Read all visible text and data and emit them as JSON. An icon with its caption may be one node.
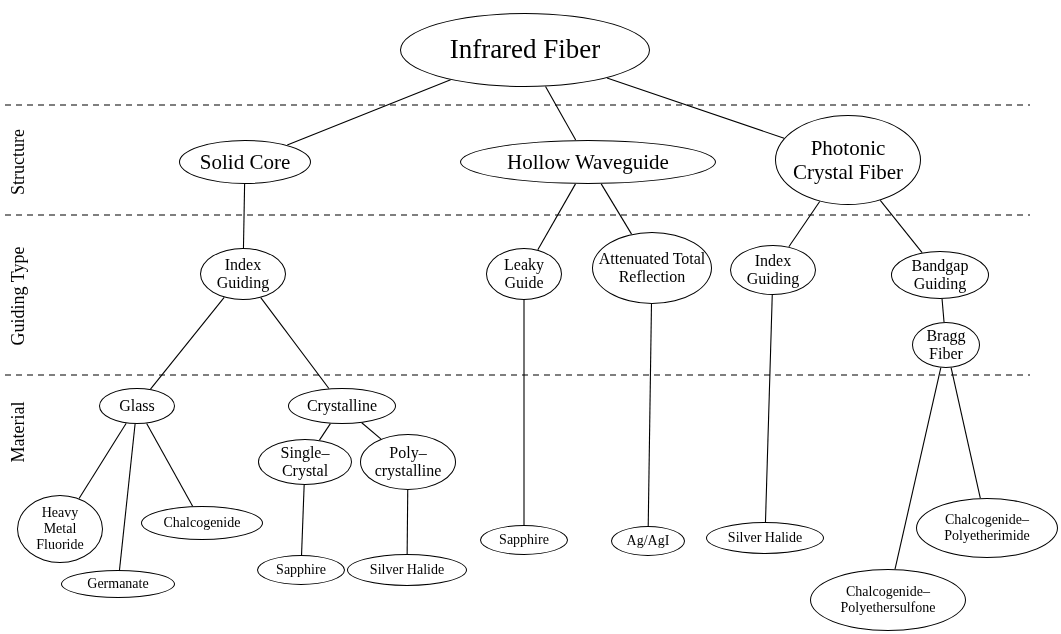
{
  "diagram": {
    "nodes": [
      {
        "text": [
          "Infrared Fiber"
        ]
      },
      {
        "text": [
          "Solid Core"
        ]
      },
      {
        "text": [
          "Hollow Waveguide"
        ]
      },
      {
        "text": [
          "Photonic Crystal Fiber"
        ]
      },
      {
        "text": [
          "Index Guiding"
        ]
      },
      {
        "text": [
          "Leaky Guide"
        ]
      },
      {
        "text": [
          "Attenuated Total Reflection"
        ]
      },
      {
        "text": [
          "Index Guiding"
        ]
      },
      {
        "text": [
          "Bandgap Guiding"
        ]
      },
      {
        "text": [
          "Bragg Fiber"
        ]
      },
      {
        "text": [
          "Glass"
        ]
      },
      {
        "text": [
          "Crystalline"
        ]
      },
      {
        "text": [
          "Single– Crystal"
        ]
      },
      {
        "text": [
          "Poly– crystalline"
        ]
      },
      {
        "text": [
          "Heavy Metal Fluoride"
        ]
      },
      {
        "text": [
          "Chalcogenide"
        ]
      },
      {
        "text": [
          "Germanate"
        ]
      },
      {
        "text": [
          "Sapphire"
        ]
      },
      {
        "text": [
          "Silver Halide"
        ]
      },
      {
        "text": [
          "Sapphire"
        ]
      },
      {
        "text": [
          "Ag/AgI"
        ]
      },
      {
        "text": [
          "Silver Halide"
        ]
      },
      {
        "text": [
          "Chalcogenide– Polyetherimide"
        ]
      },
      {
        "text": [
          "Chalcogenide– Polyethersulfone"
        ]
      }
    ],
    "edges": [
      {
        "from": 0,
        "to": 1,
        "arrow": "none"
      },
      {
        "from": 0,
        "to": 2,
        "arrow": "none"
      },
      {
        "from": 0,
        "to": 3,
        "arrow": "none"
      },
      {
        "from": 1,
        "to": 4,
        "arrow": "none"
      },
      {
        "from": 2,
        "to": 5,
        "arrow": "none"
      },
      {
        "from": 2,
        "to": 6,
        "arrow": "none"
      },
      {
        "from": 3,
        "to": 7,
        "arrow": "none"
      },
      {
        "from": 3,
        "to": 8,
        "arrow": "none"
      },
      {
        "from": 4,
        "to": 10,
        "arrow": "none"
      },
      {
        "from": 4,
        "to": 11,
        "arrow": "none"
      },
      {
        "from": 11,
        "to": 12,
        "arrow": "none"
      },
      {
        "from": 11,
        "to": 13,
        "arrow": "none"
      },
      {
        "from": 10,
        "to": 14,
        "arrow": "none"
      },
      {
        "from": 10,
        "to": 16,
        "arrow": "none"
      },
      {
        "from": 10,
        "to": 15,
        "arrow": "none"
      },
      {
        "from": 12,
        "to": 17,
        "arrow": "none"
      },
      {
        "from": 13,
        "to": 18,
        "arrow": "none"
      },
      {
        "from": 5,
        "to": 19,
        "arrow": "none"
      },
      {
        "from": 6,
        "to": 20,
        "arrow": "none"
      },
      {
        "from": 7,
        "to": 21,
        "arrow": "none"
      },
      {
        "from": 8,
        "to": 9,
        "arrow": "none"
      },
      {
        "from": 9,
        "to": 23,
        "arrow": "none"
      },
      {
        "from": 9,
        "to": 22,
        "arrow": "none"
      }
    ],
    "labels": [
      "Structure",
      "Guiding Type",
      "Material"
    ]
  }
}
